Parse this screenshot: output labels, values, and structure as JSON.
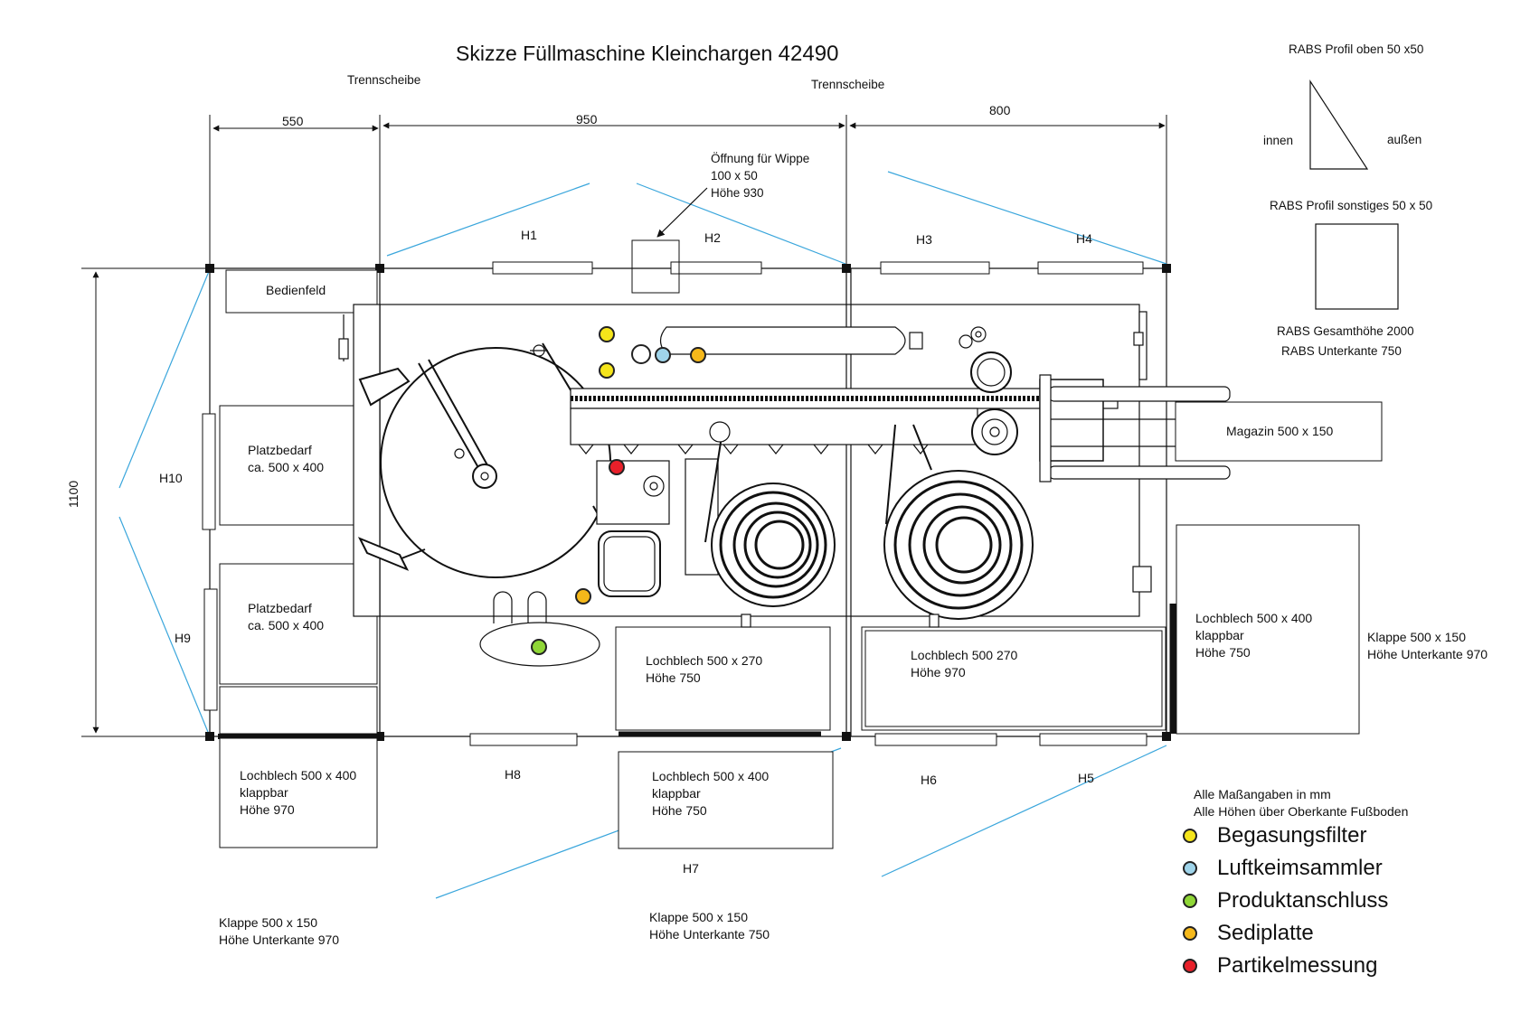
{
  "title": "Skizze Füllmaschine Kleinchargen",
  "title_number": "42490",
  "trennscheibe": "Trennscheibe",
  "dimensions": {
    "d550": "550",
    "d950": "950",
    "d800": "800",
    "d1100": "1100"
  },
  "gloves": [
    "H1",
    "H2",
    "H3",
    "H4",
    "H5",
    "H6",
    "H7",
    "H8",
    "H9",
    "H10"
  ],
  "opening": "Öffnung für Wippe\n100 x 50\nHöhe 930",
  "bedienfeld": "Bedienfeld",
  "platzbedarf": "Platzbedarf\nca. 500 x 400",
  "magazin": "Magazin 500 x 150",
  "lochblech": {
    "right_klappbar": "Lochblech 500 x 400\nklappbar\nHöhe 750",
    "middle_270_750": "Lochblech 500 x 270\nHöhe 750",
    "right_270_970": "Lochblech 500 270\nHöhe 970",
    "bottom_left_970": "Lochblech 500 x 400\nklappbar\nHöhe 970",
    "bottom_mid_750": "Lochblech 500 x 400\nklappbar\nHöhe 750"
  },
  "klappe": {
    "right": "Klappe 500 x 150\nHöhe Unterkante 970",
    "bottom_left": "Klappe 500 x 150\nHöhe Unterkante 970",
    "bottom_mid": "Klappe 500 x 150\nHöhe Unterkante 750"
  },
  "rabs": {
    "profil_oben": "RABS Profil oben 50 x50",
    "innen": "innen",
    "aussen": "außen",
    "profil_sonstiges": "RABS Profil sonstiges 50 x 50",
    "gesamthoehe": "RABS Gesamthöhe 2000",
    "unterkante": "RABS Unterkante 750"
  },
  "notes": "Alle Maßangaben in mm\nAlle Höhen über Oberkante Fußboden",
  "legend": [
    {
      "label": "Begasungsfilter",
      "color": "#f5e51b",
      "icon": "yellow-dot"
    },
    {
      "label": "Luftkeimsammler",
      "color": "#9fd4ea",
      "icon": "light-blue-dot"
    },
    {
      "label": "Produktanschluss",
      "color": "#8fd636",
      "icon": "green-dot"
    },
    {
      "label": "Sediplatte",
      "color": "#f5b81a",
      "icon": "orange-dot"
    },
    {
      "label": "Partikelmessung",
      "color": "#e8202a",
      "icon": "red-dot"
    }
  ],
  "colors": {
    "line": "#111111",
    "guide": "#3aa6dc"
  }
}
